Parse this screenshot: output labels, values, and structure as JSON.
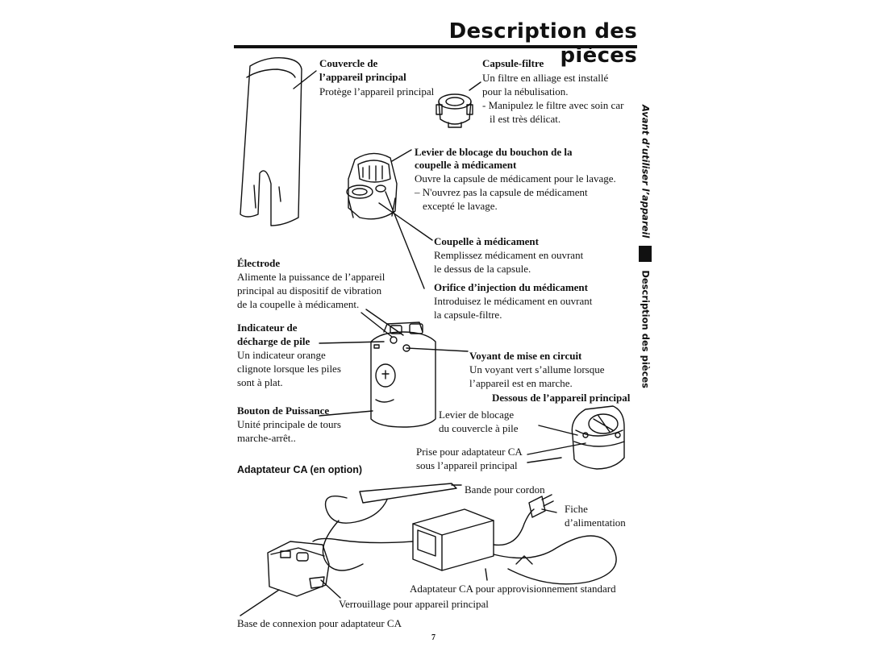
{
  "page": {
    "title": "Description des pièces",
    "side_tab_before": "Avant d’utiliser l’appareil",
    "side_tab_current": "Description des pièces",
    "page_number": "7"
  },
  "parts": {
    "couvercle": {
      "heading_line1": "Couvercle de",
      "heading_line2": "l’appareil principal",
      "text": "Protège l’appareil principal"
    },
    "capsule": {
      "heading": "Capsule-filtre",
      "line1": "Un filtre en alliage est installé",
      "line2": "pour la nébulisation.",
      "line3": "- Manipulez le filtre avec soin car",
      "line4": "il est très délicat."
    },
    "levier": {
      "heading_line1": "Levier de blocage du bouchon de la",
      "heading_line2": "coupelle à médicament",
      "line1": "Ouvre la capsule de médicament pour le lavage.",
      "line2": "– N'ouvrez pas la capsule de médicament",
      "line3": "excepté le lavage."
    },
    "coupelle": {
      "heading": "Coupelle à médicament",
      "line1": "Remplissez médicament en ouvrant",
      "line2": "le dessus de la capsule."
    },
    "orifice": {
      "heading": "Orifice d’injection du médicament",
      "line1": "Introduisez le médicament en ouvrant",
      "line2": "la capsule-filtre."
    },
    "electrode": {
      "heading": "Électrode",
      "line1": "Alimente la puissance de l’appareil",
      "line2": "principal au dispositif de vibration",
      "line3": "de la coupelle à médicament."
    },
    "indicateur": {
      "heading_line1": "Indicateur de",
      "heading_line2": "décharge de pile",
      "line1": "Un indicateur orange",
      "line2": "clignote lorsque les piles",
      "line3": "sont à plat."
    },
    "voyant": {
      "heading": "Voyant de mise en circuit",
      "line1": "Un voyant vert s’allume lorsque",
      "line2": "l’appareil est en marche."
    },
    "bouton": {
      "heading": "Bouton de Puissance",
      "line1": "Unité principale de tours",
      "line2": "marche-arrêt.."
    },
    "dessous": {
      "heading": "Dessous de l’appareil principal",
      "levier_line1": "Levier de blocage",
      "levier_line2": "du couvercle à pile",
      "prise_line1": "Prise pour adaptateur CA",
      "prise_line2": "sous l’appareil principal"
    },
    "adaptateur": {
      "heading": "Adaptateur CA (en option)",
      "bande": "Bande pour cordon",
      "fiche_line1": "Fiche",
      "fiche_line2": "d’alimentation",
      "adaptateur_std": "Adaptateur CA pour approvisionnement standard",
      "verrouillage": "Verrouillage pour appareil principal",
      "base": "Base de connexion pour adaptateur CA"
    }
  }
}
